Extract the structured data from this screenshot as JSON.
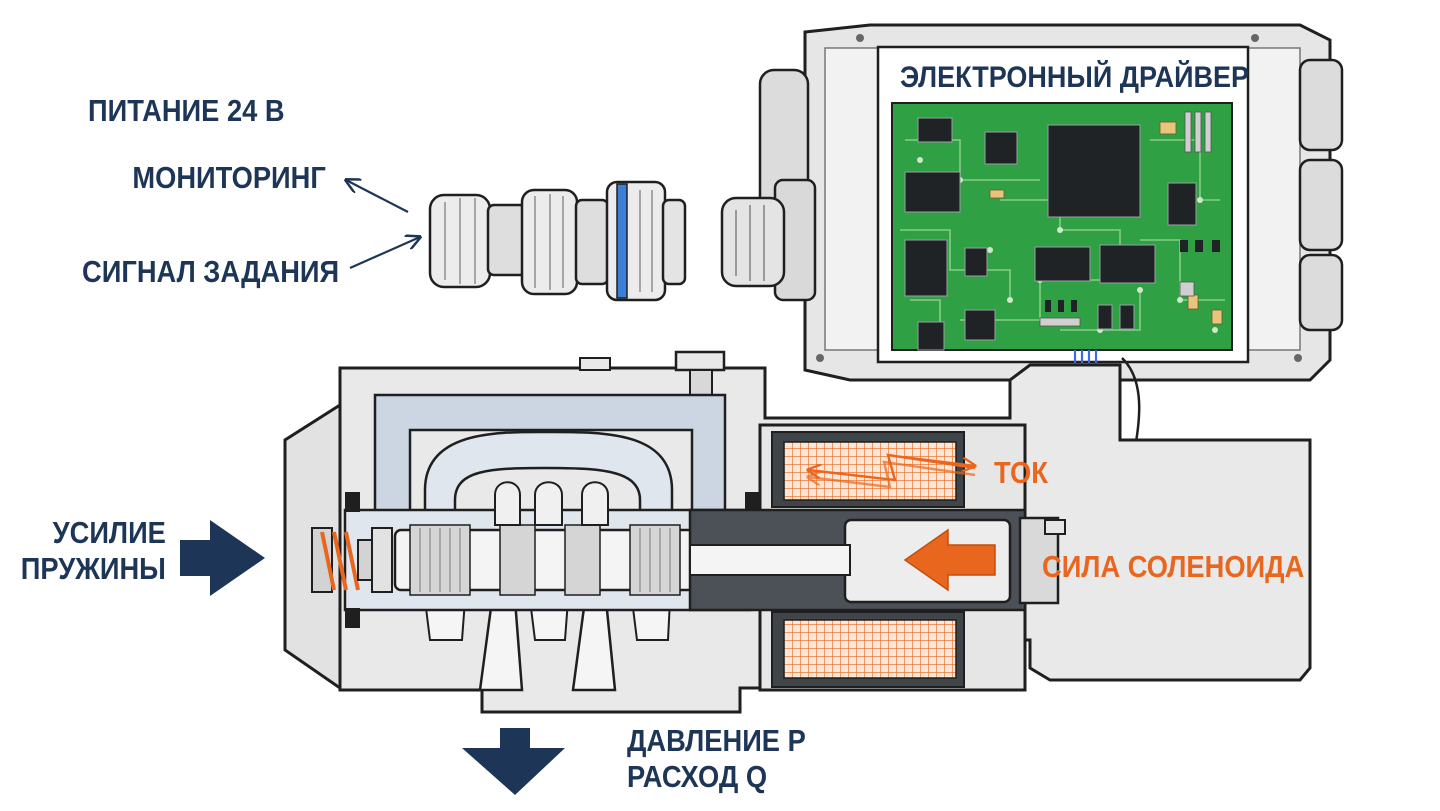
{
  "labels": {
    "power": "ПИТАНИЕ 24 В",
    "monitoring": "МОНИТОРИНГ",
    "setpoint_signal": "СИГНАЛ ЗАДАНИЯ",
    "spring_force_line1": "УСИЛИЕ",
    "spring_force_line2": "ПРУЖИНЫ",
    "pressure": "ДАВЛЕНИЕ P",
    "flow": "РАСХОД Q",
    "current": "ТОК",
    "solenoid_force": "СИЛА СОЛЕНОИДА",
    "electronic_driver": "ЭЛЕКТРОННЫЙ ДРАЙВЕР"
  },
  "colors": {
    "navy": "#1d3557",
    "orange": "#e8661e",
    "pcb_green": "#2fa043",
    "outline": "#1f1f1f",
    "housing": "#e9e9ea",
    "channel": "#cbd6e2"
  }
}
